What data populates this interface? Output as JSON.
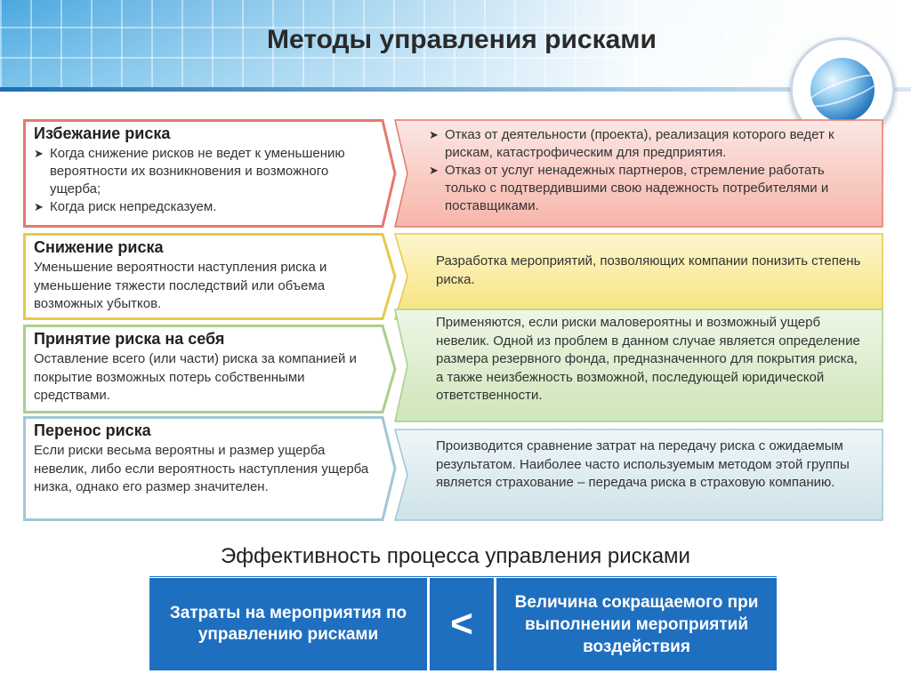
{
  "page": {
    "title": "Методы управления рисками"
  },
  "rows": [
    {
      "heading": "Избежание риска",
      "left_bullets": [
        "Когда снижение рисков не ведет к уменьшению вероятности их возникновения и возможного ущерба;",
        "Когда риск непредсказуем."
      ],
      "right_bullets": [
        "Отказ от деятельности (проекта), реализация которого ведет к рискам, катастрофическим для предприятия.",
        "Отказ от услуг ненадежных партнеров, стремление работать только с подтвердившими свою надежность потребителями и поставщиками."
      ],
      "border_color": "#e57a6a",
      "fill_top": "#fbe7e3",
      "fill_bottom": "#f7b5aa"
    },
    {
      "heading": "Снижение риска",
      "left_text": "Уменьшение вероятности наступления риска и уменьшение тяжести последствий или объема возможных убытков.",
      "right_text": "Разработка мероприятий, позволяющих компании понизить степень риска.",
      "border_color": "#e6c94a",
      "fill_top": "#fdf6cf",
      "fill_bottom": "#f7e27a"
    },
    {
      "heading": "Принятие риска на себя",
      "left_text": "Оставление всего (или части) риска за компанией и покрытие возможных потерь собственными средствами.",
      "right_text": "Применяются, если риски маловероятны и возможный ущерб невелик. Одной из проблем в данном случае является определение размера резервного фонда, предназначенного для покрытия риска, а также неизбежность возможной, последующей юридической ответственности.",
      "border_color": "#a8d08a",
      "fill_top": "#eef6e6",
      "fill_bottom": "#cfe5bb"
    },
    {
      "heading": "Перенос риска",
      "left_text": "Если риски весьма вероятны и размер ущерба невелик, либо если вероятность наступления ущерба низка, однако его размер значителен.",
      "right_text": "Производится сравнение затрат на передачу риска с ожидаемым результатом. Наиболее часто используемым методом этой группы является страхование – передача риска в страховую компанию.",
      "border_color": "#9fc7d6",
      "fill_top": "#eef6f8",
      "fill_bottom": "#cfe3ea"
    }
  ],
  "efficiency": {
    "title": "Эффективность процесса управления рисками",
    "left_box": "Затраты на мероприятия по управлению рисками",
    "operator": "<",
    "right_box": "Величина сокращаемого при выполнении мероприятий воздействия"
  },
  "icons": {
    "bullet": "chevron-right-icon",
    "globe": "globe-icon"
  },
  "colors": {
    "box_blue": "#1f6fc0"
  }
}
